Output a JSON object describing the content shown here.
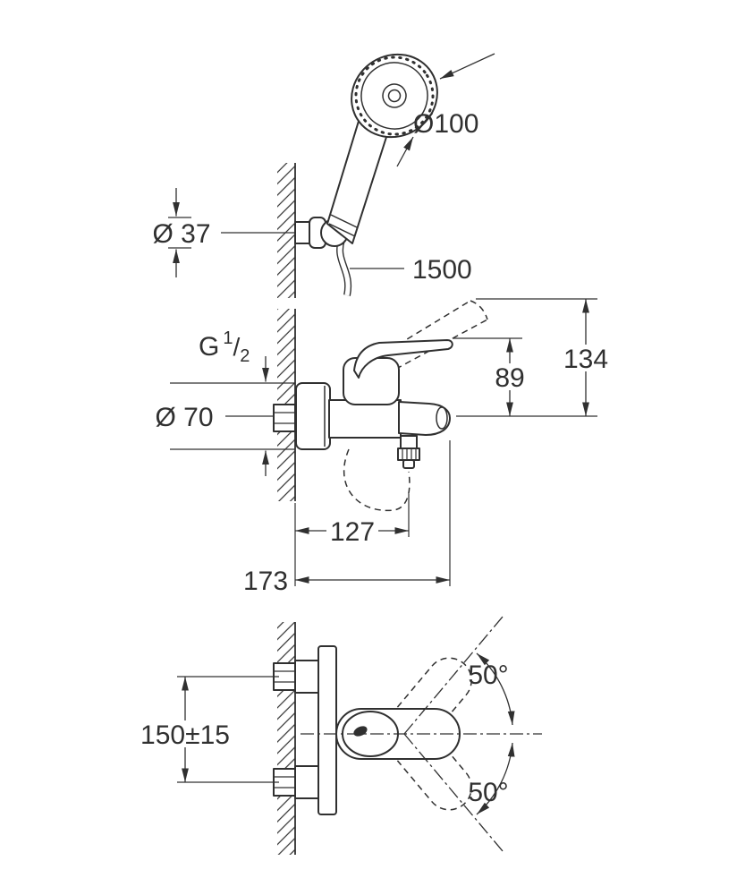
{
  "colors": {
    "line": "#303030",
    "background": "#ffffff"
  },
  "dimensions": {
    "shower_head_diameter": "Ø100",
    "hose_length": "1500",
    "bracket_diameter": "Ø 37",
    "thread": {
      "letter": "G",
      "numerator": "1",
      "slash": "/",
      "denominator": "2"
    },
    "escutcheon_diameter": "Ø 70",
    "height_to_handle": "89",
    "height_to_lever_tip": "134",
    "projection_hose_outlet": "127",
    "projection_total": "173",
    "mounting_centers": "150±15",
    "swivel_angle_upper": "50°",
    "swivel_angle_lower": "50°"
  }
}
